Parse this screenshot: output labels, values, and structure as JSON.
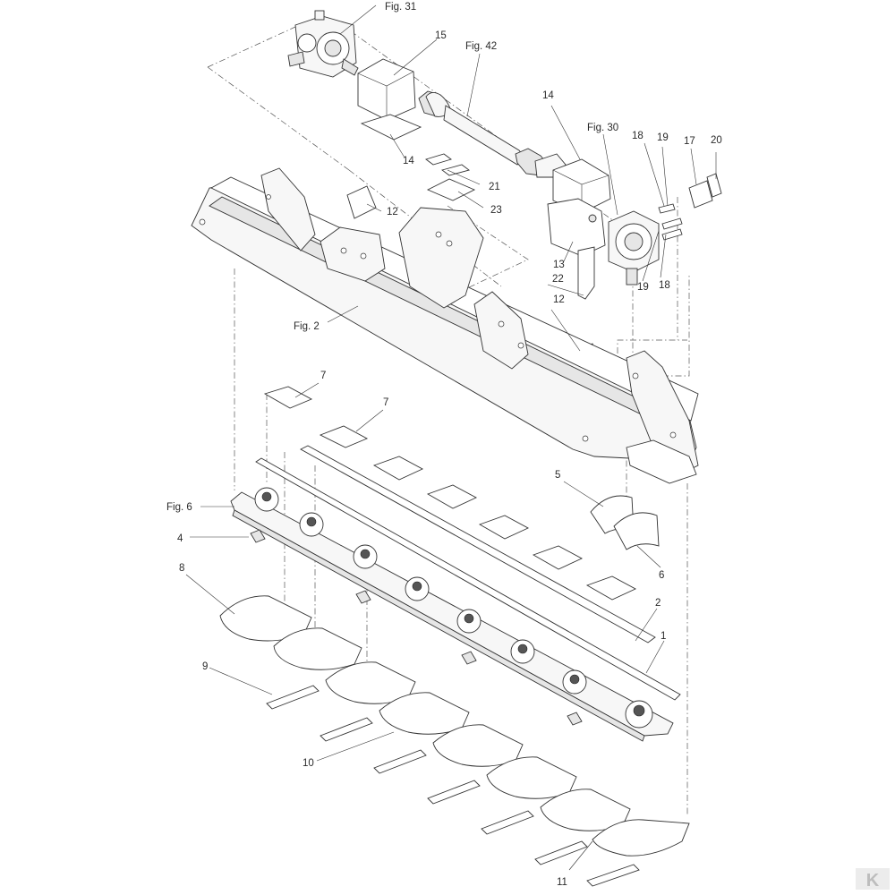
{
  "figure_refs": {
    "fig31": "Fig. 31",
    "fig42": "Fig. 42",
    "fig30": "Fig. 30",
    "fig2": "Fig. 2",
    "fig6": "Fig. 6"
  },
  "callouts": {
    "n1": "1",
    "n2": "2",
    "n4": "4",
    "n5": "5",
    "n6": "6",
    "n7a": "7",
    "n7b": "7",
    "n8": "8",
    "n9": "9",
    "n10": "10",
    "n11": "11",
    "n12a": "12",
    "n12b": "12",
    "n13": "13",
    "n14a": "14",
    "n14b": "14",
    "n15": "15",
    "n17": "17",
    "n18a": "18",
    "n18b": "18",
    "n19a": "19",
    "n19b": "19",
    "n20": "20",
    "n21": "21",
    "n22": "22",
    "n23": "23"
  },
  "brand_logo": "K"
}
